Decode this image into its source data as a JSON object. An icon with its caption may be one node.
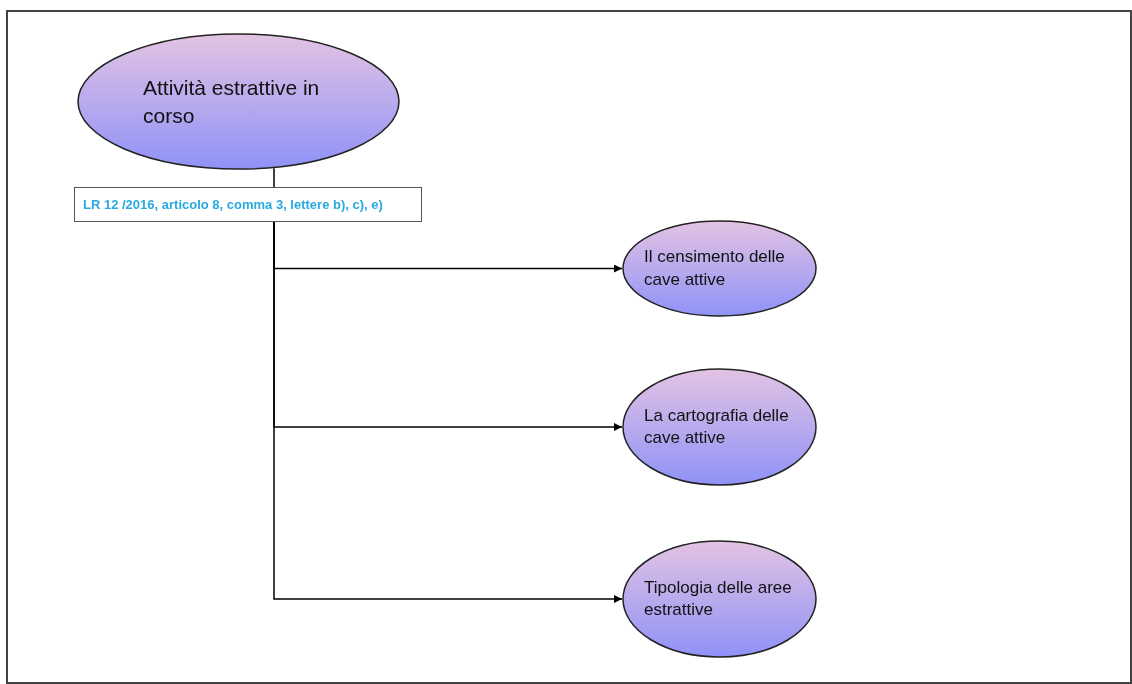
{
  "diagram": {
    "nodes": [
      {
        "text": [
          "Attività estrattive in corso"
        ]
      },
      {
        "text": [
          "LR 12 /2016, articolo 8, comma 3, lettere b), c), e)"
        ]
      },
      {
        "text": [
          "Il censimento delle cave attive"
        ]
      },
      {
        "text": [
          "La cartografia delle cave attive"
        ]
      },
      {
        "text": [
          "Tipologia delle aree estrattive"
        ]
      }
    ],
    "edges": [
      {
        "from": 0,
        "to": 1,
        "arrow": "none"
      },
      {
        "from": 1,
        "to": 2,
        "arrow": "to"
      },
      {
        "from": 1,
        "to": 3,
        "arrow": "to"
      },
      {
        "from": 1,
        "to": 4,
        "arrow": "to"
      }
    ]
  }
}
